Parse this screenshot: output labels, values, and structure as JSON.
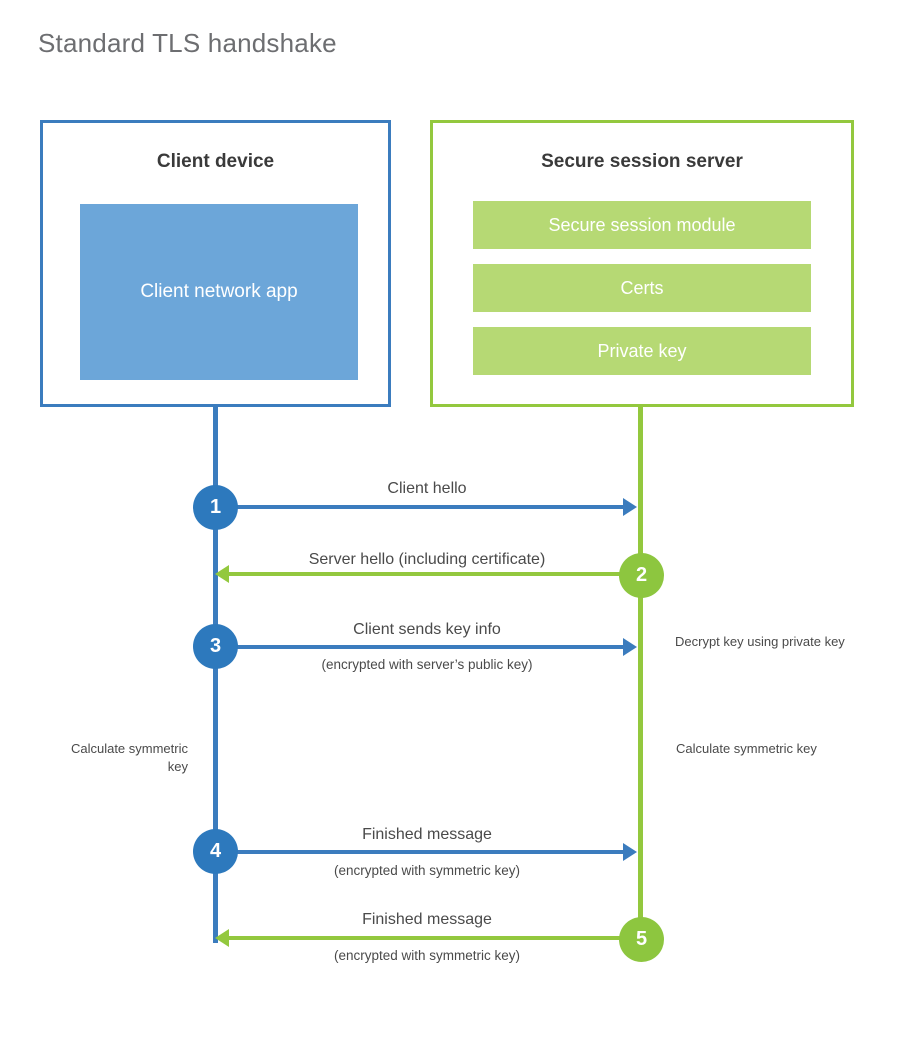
{
  "diagram": {
    "title": "Standard TLS handshake",
    "colors": {
      "client_blue": "#3b7cbe",
      "client_app_fill": "#6ca6d9",
      "client_circle": "#2d79bd",
      "server_green": "#93c83e",
      "server_bar_fill": "#b6d974",
      "server_circle": "#8dc63f",
      "text": "#4a4a4a",
      "title_text": "#6d6e71",
      "background": "#ffffff"
    },
    "parties": {
      "client": {
        "title": "Client device",
        "app_label": "Client network app"
      },
      "server": {
        "title": "Secure session server",
        "bars": [
          "Secure session module",
          "Certs",
          "Private key"
        ]
      }
    },
    "steps": [
      {
        "number": "1",
        "label": "Client hello",
        "sub": "",
        "direction": "client-to-server",
        "color": "blue"
      },
      {
        "number": "2",
        "label": "Server hello (including certificate)",
        "sub": "",
        "direction": "server-to-client",
        "color": "green"
      },
      {
        "number": "3",
        "label": "Client sends key info",
        "sub": "(encrypted with server’s public key)",
        "direction": "client-to-server",
        "color": "blue"
      },
      {
        "number": "4",
        "label": "Finished message",
        "sub": "(encrypted with symmetric key)",
        "direction": "client-to-server",
        "color": "blue"
      },
      {
        "number": "5",
        "label": "Finished message",
        "sub": "(encrypted with symmetric key)",
        "direction": "server-to-client",
        "color": "green"
      }
    ],
    "notes": {
      "server_decrypt": "Decrypt key using private key",
      "client_calculate": "Calculate symmetric key",
      "server_calculate": "Calculate symmetric key"
    }
  }
}
